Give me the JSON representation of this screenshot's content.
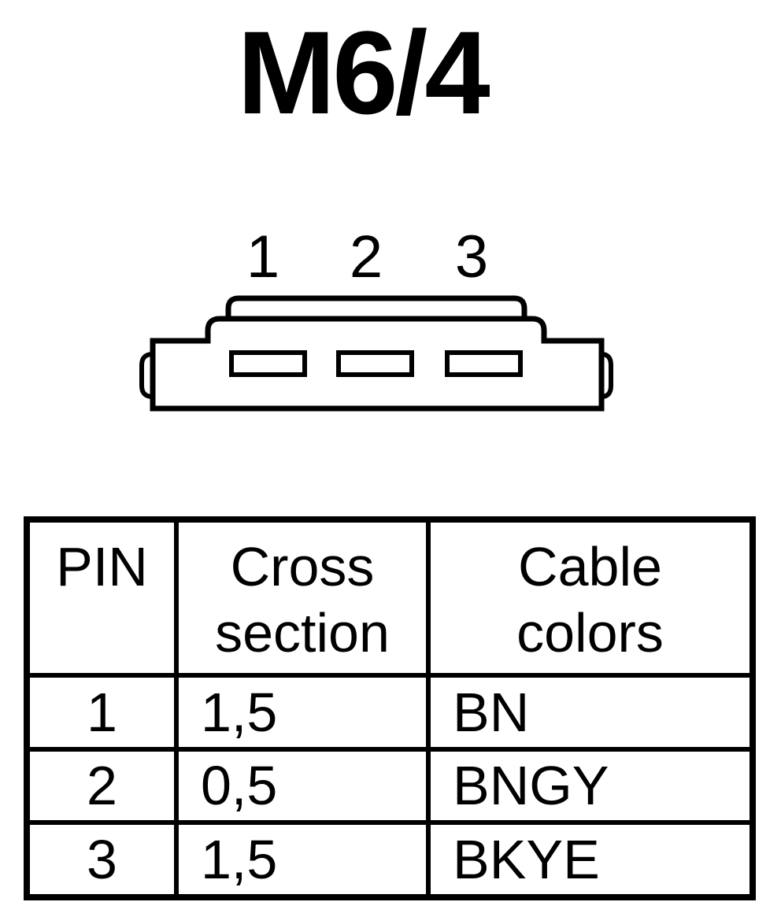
{
  "title": "M6/4",
  "connector": {
    "pin_labels": [
      "1",
      "2",
      "3"
    ]
  },
  "table": {
    "headers": {
      "pin": "PIN",
      "cross_line1": "Cross",
      "cross_line2": "section",
      "colors_line1": "Cable",
      "colors_line2": "colors"
    },
    "rows": [
      {
        "pin": "1",
        "cross": "1,5",
        "color": "BN"
      },
      {
        "pin": "2",
        "cross": "0,5",
        "color": "BNGY"
      },
      {
        "pin": "3",
        "cross": "1,5",
        "color": "BKYE"
      }
    ]
  }
}
